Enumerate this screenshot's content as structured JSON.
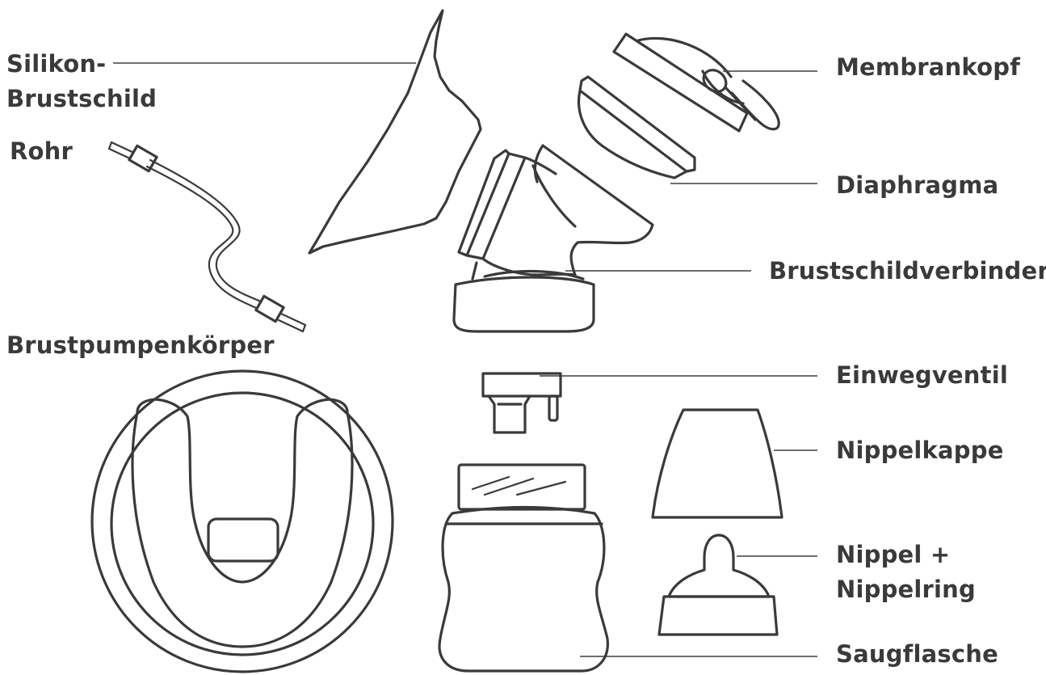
{
  "labels": {
    "silikon_brustschild_line1": "Silikon-",
    "silikon_brustschild_line2": "Brustschild",
    "rohr": "Rohr",
    "brustpumpenkoerper": "Brustpumpenkörper",
    "membrankopf": "Membrankopf",
    "diaphragma": "Diaphragma",
    "brustschildverbinder": "Brustschildverbinder",
    "einwegventil": "Einwegventil",
    "nippelkappe": "Nippelkappe",
    "nippel_line1": "Nippel +",
    "nippel_line2": "Nippelring",
    "saugflasche": "Saugflasche"
  },
  "colors": {
    "line": "#3a3a3a",
    "text": "#3a3a3a",
    "background": "#ffffff"
  }
}
